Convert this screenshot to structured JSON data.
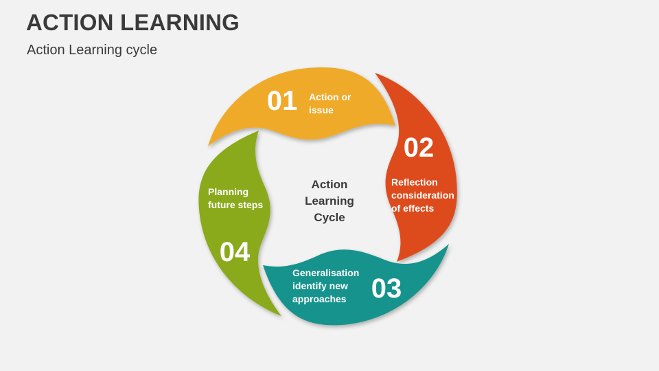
{
  "header": {
    "title": "ACTION LEARNING",
    "subtitle": "Action Learning cycle"
  },
  "diagram": {
    "center_lines": [
      "Action",
      "Learning",
      "Cycle"
    ],
    "segments": [
      {
        "number": "01",
        "lines": [
          "Action or",
          "issue"
        ],
        "color": "#f0aa2b"
      },
      {
        "number": "02",
        "lines": [
          "Reflection",
          "consideration",
          "of effects"
        ],
        "color": "#dd4b1e"
      },
      {
        "number": "03",
        "lines": [
          "Generalisation",
          "identify new",
          "approaches"
        ],
        "color": "#14938c"
      },
      {
        "number": "04",
        "lines": [
          "Planning",
          "future steps"
        ],
        "color": "#8aaa1d"
      }
    ]
  }
}
